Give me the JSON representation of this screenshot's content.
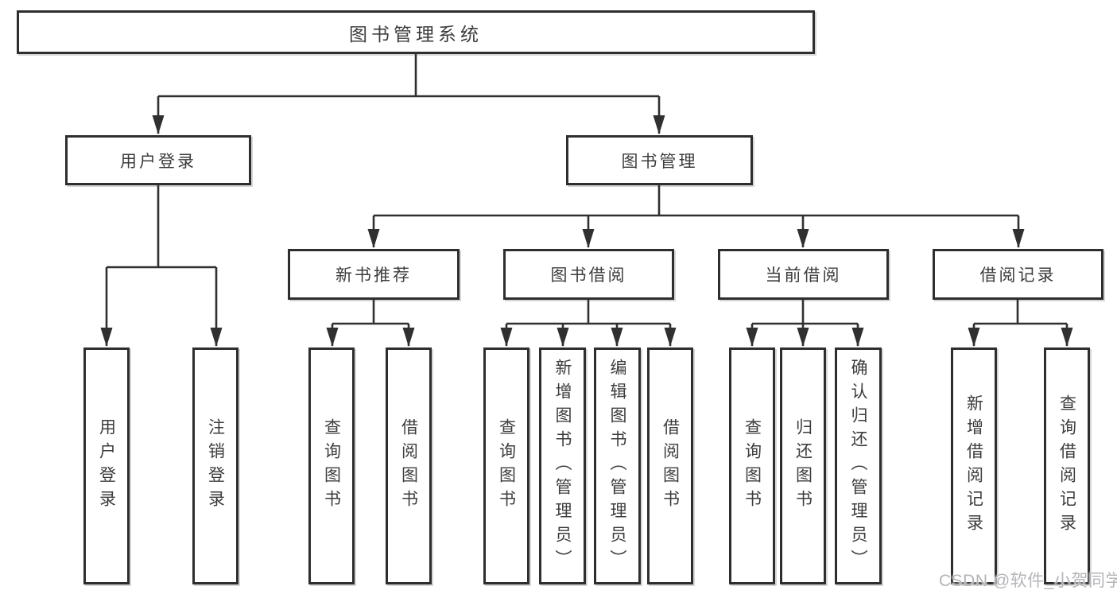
{
  "diagram_title": "图书管理系统",
  "watermark": "CSDN @软件_小贺同学",
  "tree": {
    "root": "图书管理系统",
    "branches": [
      {
        "label": "用户登录",
        "children": [
          "用户登录",
          "注销登录"
        ]
      },
      {
        "label": "图书管理",
        "children": [
          {
            "label": "新书推荐",
            "children": [
              "查询图书",
              "借阅图书"
            ]
          },
          {
            "label": "图书借阅",
            "children": [
              "查询图书",
              "新增图书（管理员）",
              "编辑图书（管理员）",
              "借阅图书"
            ]
          },
          {
            "label": "当前借阅",
            "children": [
              "查询图书",
              "归还图书",
              "确认归还（管理员）"
            ]
          },
          {
            "label": "借阅记录",
            "children": [
              "新增借阅记录",
              "查询借阅记录"
            ]
          }
        ]
      }
    ]
  },
  "style": {
    "line_color": "#303030",
    "border_color": "#2e2e2e",
    "text_color": "#3c3c3c",
    "watermark_color": "#b4b4b9"
  }
}
